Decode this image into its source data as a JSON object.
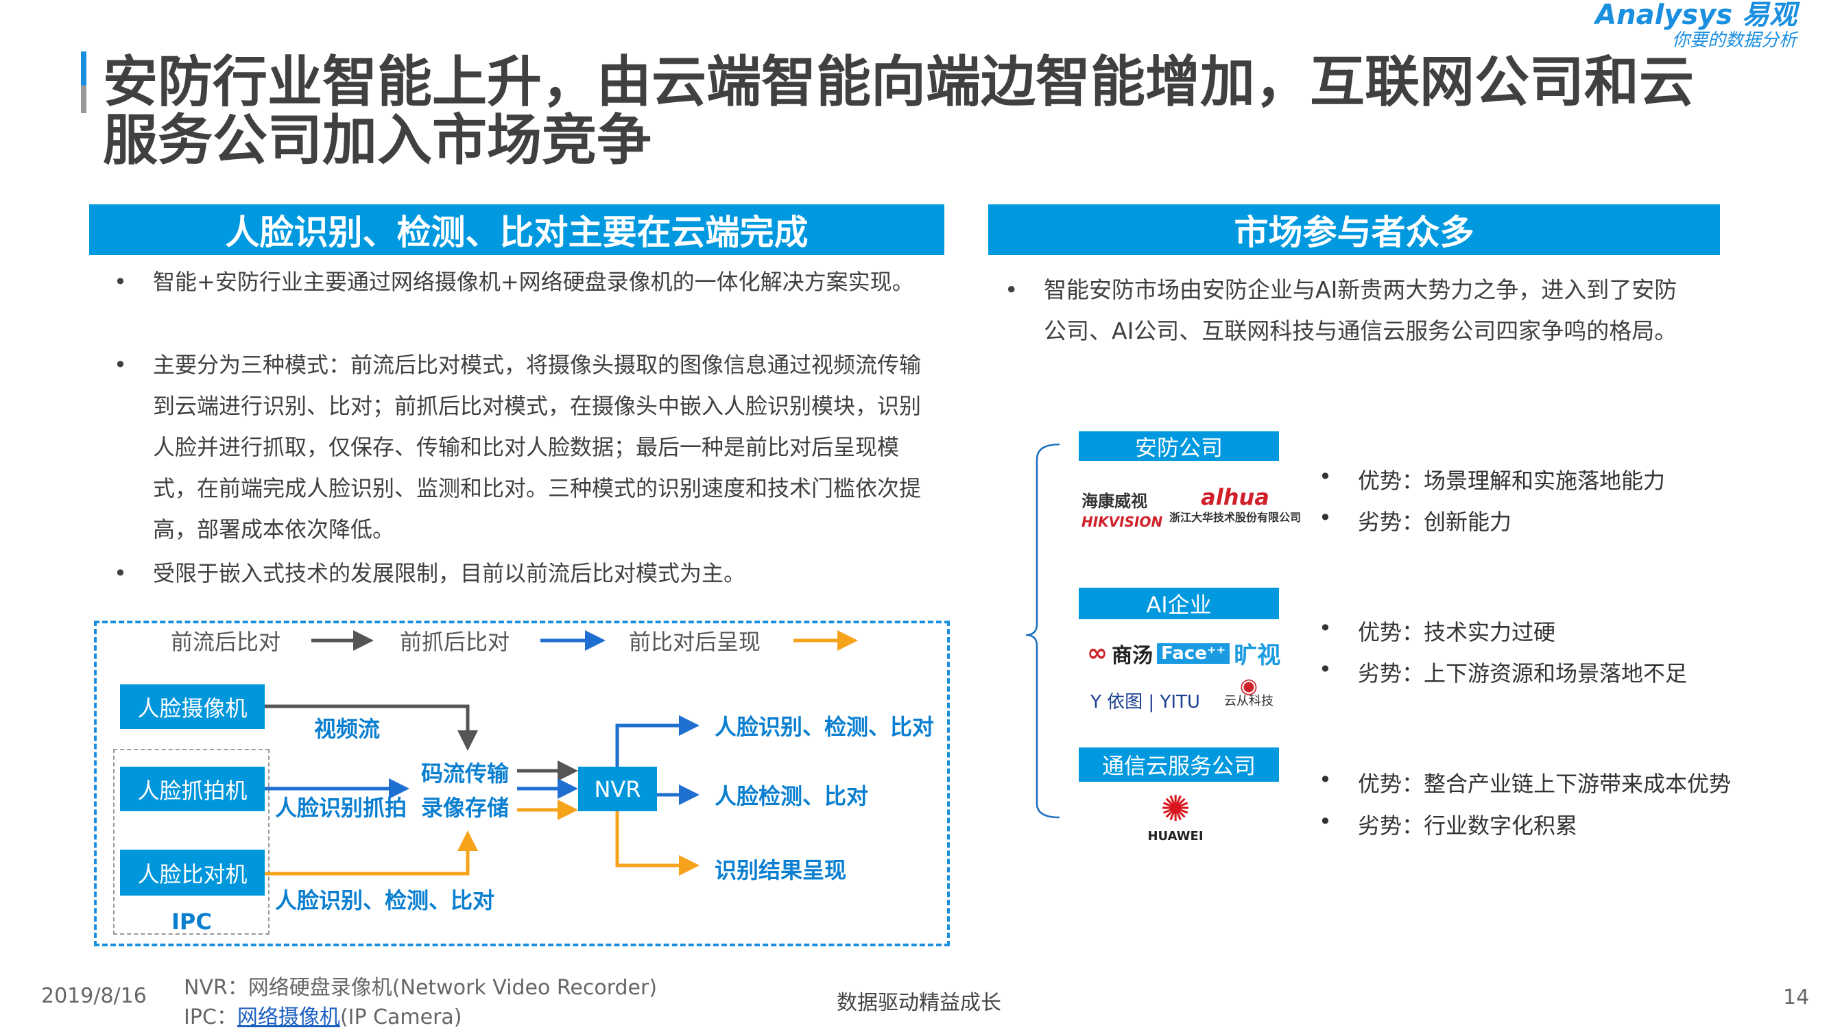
{
  "title": {
    "line1": "安防行业智能上升，由云端智能向端边智能增加，互联网公司和云",
    "line2": "服务公司加入市场竞争"
  },
  "logo": {
    "brand": "Analysys 易观",
    "slogan": "你要的数据分析"
  },
  "left": {
    "header": "人脸识别、检测、比对主要在云端完成",
    "bullets": [
      "智能+安防行业主要通过网络摄像机+网络硬盘录像机的一体化解决方案实现。",
      "主要分为三种模式：前流后比对模式，将摄像头摄取的图像信息通过视频流传输到云端进行识别、比对；前抓后比对模式，在摄像头中嵌入人脸识别模块，识别人脸并进行抓取，仅保存、传输和比对人脸数据；最后一种是前比对后呈现模式，在前端完成人脸识别、监测和比对。三种模式的识别速度和技术门槛依次提高，部署成本依次降低。",
      "受限于嵌入式技术的发展限制，目前以前流后比对模式为主。"
    ],
    "diagram": {
      "stages": [
        "前流后比对",
        "前抓后比对",
        "前比对后呈现"
      ],
      "devices": [
        "人脸摄像机",
        "人脸抓拍机",
        "人脸比对机"
      ],
      "ipc": "IPC",
      "video_stream": "视频流",
      "capture": "人脸识别抓拍",
      "edge_compare": "人脸识别、检测、比对",
      "transmit": "码流传输",
      "storage": "录像存储",
      "nvr": "NVR",
      "outputs": [
        "人脸识别、检测、比对",
        "人脸检测、比对",
        "识别结果呈现"
      ],
      "colors": {
        "gray": "#555555",
        "blue": "#1f6fd0",
        "orange": "#f7a21b"
      }
    }
  },
  "right": {
    "header": "市场参与者众多",
    "bullet": "智能安防市场由安防企业与AI新贵两大势力之争，进入到了安防公司、AI公司、互联网科技与通信云服务公司四家争鸣的格局。",
    "categories": [
      {
        "name": "安防公司",
        "logos": [
          "海康威视 HIKVISION",
          "alhua 浙江大华技术股份有限公司"
        ],
        "pro": "优势：场景理解和实施落地能力",
        "con": "劣势：创新能力"
      },
      {
        "name": "AI企业",
        "logos": [
          "商汤 sensetime",
          "Face++ 旷视",
          "依图 YITU",
          "云从科技 CLOUDWALK"
        ],
        "pro": "优势：技术实力过硬",
        "con": "劣势：上下游资源和场景落地不足"
      },
      {
        "name": "通信云服务公司",
        "logos": [
          "HUAWEI"
        ],
        "pro": "优势：整合产业链上下游带来成本优势",
        "con": "劣势：行业数字化积累"
      }
    ]
  },
  "footer": {
    "date": "2019/8/16",
    "note_nvr": "NVR：网络硬盘录像机(Network Video Recorder)",
    "note_ipc_prefix": "IPC：",
    "note_ipc_link": "网络摄像机",
    "note_ipc_suffix": "(IP Camera)",
    "slogan": "数据驱动精益成长",
    "page": "14"
  },
  "accent": "#0099e0"
}
